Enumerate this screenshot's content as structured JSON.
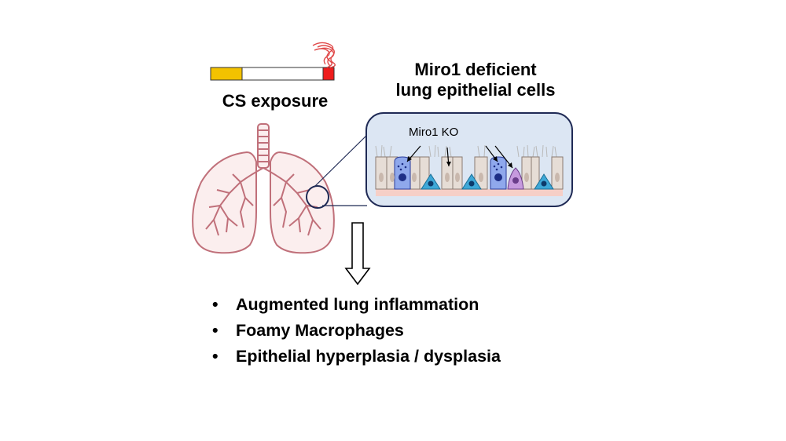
{
  "exposure": {
    "label": "CS exposure",
    "icon": "cigarette-icon",
    "colors": {
      "filter": "#f3c200",
      "paper": "#ffffff",
      "ember": "#ee1c1c",
      "smoke": "#e04a4a"
    }
  },
  "lung": {
    "icon": "lungs-icon",
    "outline_color": "#c0707a",
    "fill_color": "#fbeeee"
  },
  "inset": {
    "title_line1": "Miro1 deficient",
    "title_line2": "lung epithelial cells",
    "ko_label": "Miro1 KO",
    "frame_color": "#1f2a55",
    "background_color": "#dce6f3"
  },
  "arrow": {
    "icon": "down-arrow-icon"
  },
  "outcomes": {
    "bullet": "•",
    "items": [
      "Augmented lung inflammation",
      "Foamy Macrophages",
      "Epithelial hyperplasia / dysplasia"
    ]
  }
}
